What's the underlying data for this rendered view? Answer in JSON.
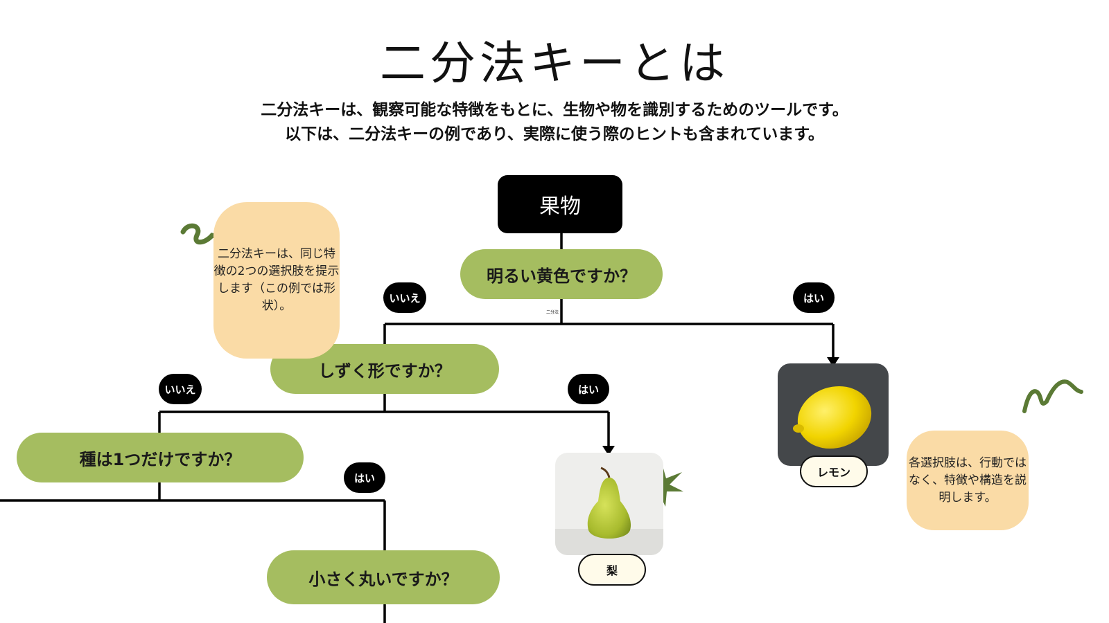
{
  "title": "二分法キーとは",
  "subtitle": {
    "line1": "二分法キーは、観察可能な特徴をもとに、生物や物を識別するためのツールです。",
    "line2": "以下は、二分法キーの例であり、実際に使う際のヒントも含まれています。"
  },
  "diagram": {
    "root": "果物",
    "q1": "明るい黄色ですか？",
    "q2": "しずく形ですか？",
    "q3": "種は1つだけですか？",
    "q4": "小さく丸いですか？",
    "tiny_label": "二分法",
    "badges": {
      "q1_no": "いいえ",
      "q1_yes": "はい",
      "q2_no": "いいえ",
      "q2_yes": "はい",
      "q3_yes": "はい"
    },
    "results": {
      "lemon": "レモン",
      "pear": "梨"
    }
  },
  "notes": {
    "note1": "二分法キーは、同じ特徴の2つの選択肢を提示します（この例では形状）。",
    "note2": "各選択肢は、行動ではなく、特徴や構造を説明します。"
  },
  "colors": {
    "question_fill": "#a5bd60",
    "note_fill": "#fadba6",
    "root_fill": "#000000",
    "doodle": "#5b7a35"
  },
  "icons": [
    "squiggle-doodle-icon",
    "wave-doodle-icon",
    "star-doodle-icon",
    "lemon-photo",
    "pear-photo"
  ]
}
